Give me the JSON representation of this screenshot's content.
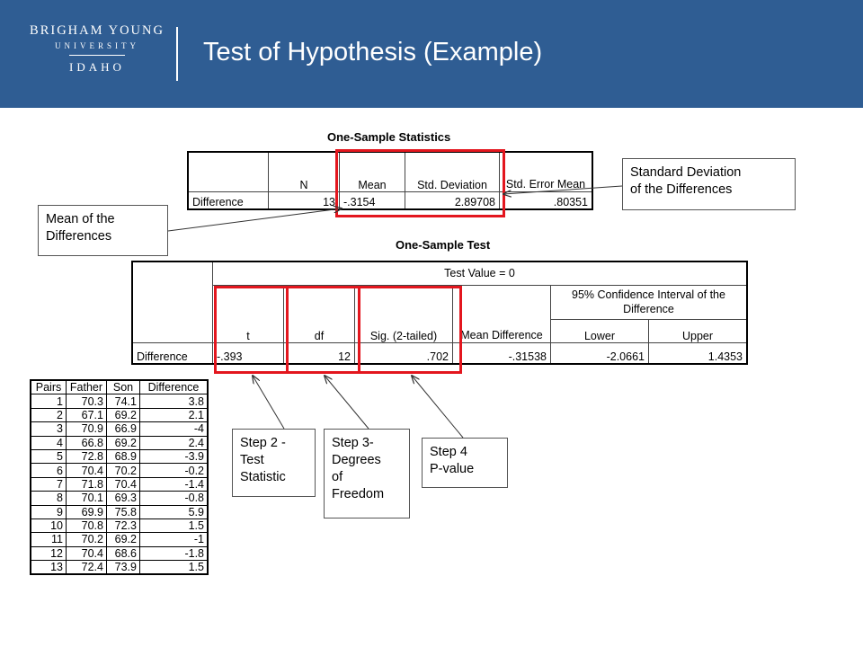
{
  "header": {
    "logo_line1": "BRIGHAM YOUNG",
    "logo_line2": "UNIVERSITY",
    "logo_line3": "IDAHO",
    "title": "Test of Hypothesis (Example)"
  },
  "stats_table": {
    "caption": "One-Sample Statistics",
    "headers": [
      "N",
      "Mean",
      "Std. Deviation",
      "Std. Error Mean"
    ],
    "row_label": "Difference",
    "values": [
      "13",
      "-.3154",
      "2.89708",
      ".80351"
    ]
  },
  "test_table": {
    "caption": "One-Sample Test",
    "test_value": "Test Value = 0",
    "ci_header": "95% Confidence Interval of the Difference",
    "headers": [
      "t",
      "df",
      "Sig. (2-tailed)",
      "Mean Difference",
      "Lower",
      "Upper"
    ],
    "row_label": "Difference",
    "values": [
      "-.393",
      "12",
      ".702",
      "-.31538",
      "-2.0661",
      "1.4353"
    ]
  },
  "pairs_table": {
    "headers": [
      "Pairs",
      "Father",
      "Son",
      "Difference"
    ],
    "rows": [
      [
        "1",
        "70.3",
        "74.1",
        "3.8"
      ],
      [
        "2",
        "67.1",
        "69.2",
        "2.1"
      ],
      [
        "3",
        "70.9",
        "66.9",
        "-4"
      ],
      [
        "4",
        "66.8",
        "69.2",
        "2.4"
      ],
      [
        "5",
        "72.8",
        "68.9",
        "-3.9"
      ],
      [
        "6",
        "70.4",
        "70.2",
        "-0.2"
      ],
      [
        "7",
        "71.8",
        "70.4",
        "-1.4"
      ],
      [
        "8",
        "70.1",
        "69.3",
        "-0.8"
      ],
      [
        "9",
        "69.9",
        "75.8",
        "5.9"
      ],
      [
        "10",
        "70.8",
        "72.3",
        "1.5"
      ],
      [
        "11",
        "70.2",
        "69.2",
        "-1"
      ],
      [
        "12",
        "70.4",
        "68.6",
        "-1.8"
      ],
      [
        "13",
        "72.4",
        "73.9",
        "1.5"
      ]
    ]
  },
  "callouts": {
    "std_dev": [
      "Standard Deviation",
      "of  the Differences"
    ],
    "mean": [
      "Mean of the",
      "Differences"
    ],
    "step2": [
      "Step 2 -",
      "Test",
      "Statistic"
    ],
    "step3": [
      "Step 3-",
      "Degrees",
      "of",
      "Freedom"
    ],
    "step4": [
      "Step 4",
      "P-value"
    ]
  },
  "colors": {
    "header_bg": "#2f5d93",
    "highlight": "#e3161e"
  }
}
